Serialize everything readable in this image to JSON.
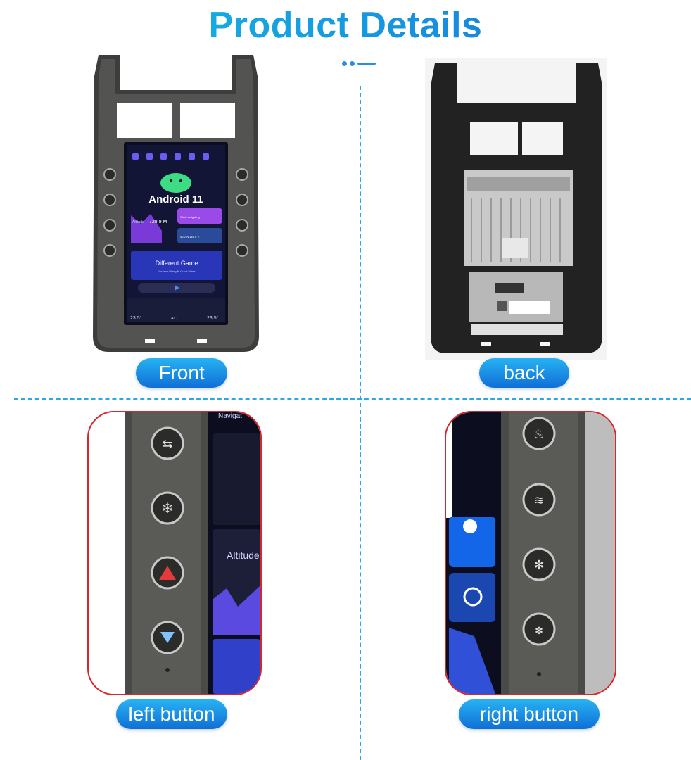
{
  "page": {
    "title": "Product Details"
  },
  "labels": {
    "front": "Front",
    "back": "back",
    "left_button": "left button",
    "right_button": "right button"
  },
  "screen": {
    "os": "Android 11",
    "altitude_label": "Altitude",
    "altitude_value": "728.9 M",
    "nav_text": "Start navigating",
    "temp_pair": "40.2°N  116.5°E",
    "music_title": "Different Game",
    "music_artist": "Jackson Wang ft. Gucci Mane",
    "temp_left": "23.5°",
    "temp_right": "23.5°",
    "ac_label": "A/C",
    "zoom_nav": "Navigat",
    "zoom_altitude": "Altitude"
  },
  "colors": {
    "accent_start": "#12c3e6",
    "accent_end": "#1a72d8",
    "frame": "#d8262a"
  }
}
